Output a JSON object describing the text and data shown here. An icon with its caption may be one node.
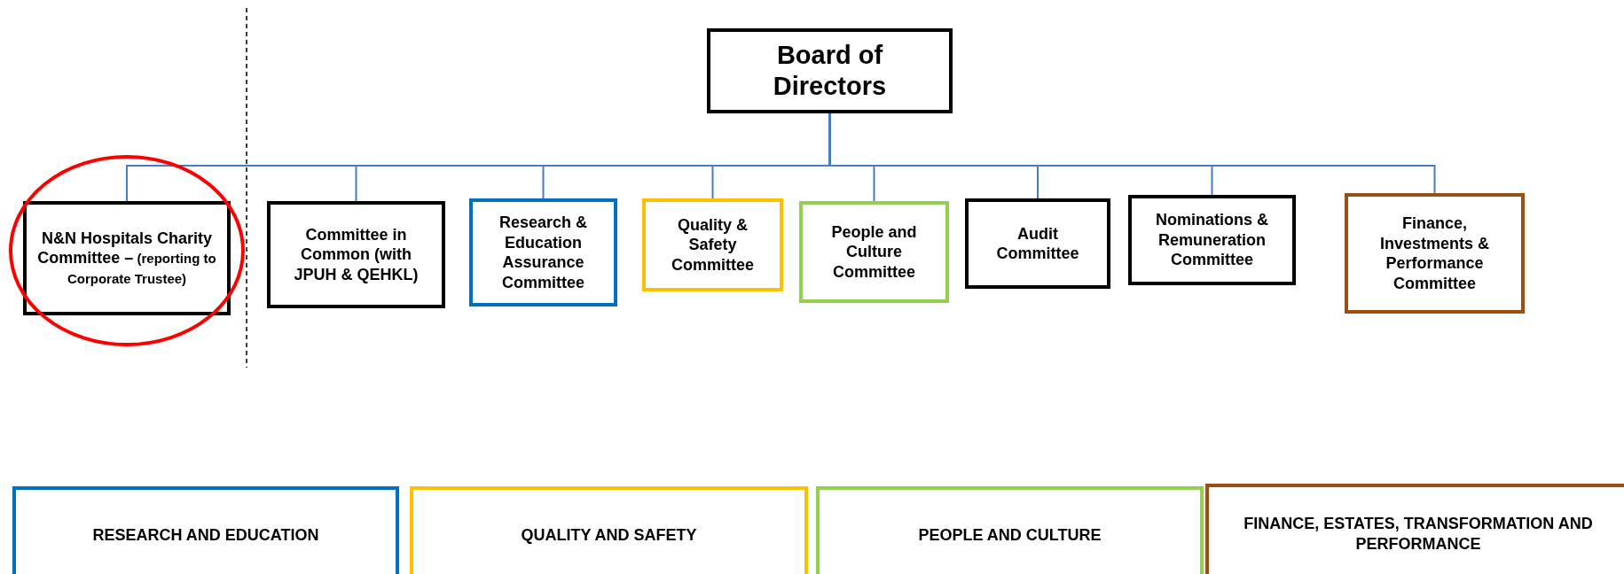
{
  "diagram": {
    "nodes": [
      {
        "text": [
          "Board of Directors"
        ]
      },
      {
        "text": [
          "N&N Hospitals Charity Committee –",
          "(reporting to Corporate Trustee)"
        ]
      },
      {
        "text": [
          "Committee in Common (with JPUH & QEHKL)"
        ]
      },
      {
        "text": [
          "Research & Education Assurance Committee"
        ]
      },
      {
        "text": [
          "Quality & Safety Committee"
        ]
      },
      {
        "text": [
          "People and Culture Committee"
        ]
      },
      {
        "text": [
          "Audit Committee"
        ]
      },
      {
        "text": [
          "Nominations & Remuneration Committee"
        ]
      },
      {
        "text": [
          "Finance, Investments & Performance Committee"
        ]
      },
      {
        "text": [
          "RESEARCH AND EDUCATION"
        ]
      },
      {
        "text": [
          "QUALITY AND SAFETY"
        ]
      },
      {
        "text": [
          "PEOPLE AND CULTURE"
        ]
      },
      {
        "text": [
          "FINANCE, ESTATES, TRANSFORMATION AND PERFORMANCE"
        ]
      }
    ],
    "edges": [
      {
        "from": 0,
        "to": 1,
        "arrow": "none"
      },
      {
        "from": 0,
        "to": 2,
        "arrow": "none"
      },
      {
        "from": 0,
        "to": 3,
        "arrow": "none"
      },
      {
        "from": 0,
        "to": 4,
        "arrow": "none"
      },
      {
        "from": 0,
        "to": 5,
        "arrow": "none"
      },
      {
        "from": 0,
        "to": 6,
        "arrow": "none"
      },
      {
        "from": 0,
        "to": 7,
        "arrow": "none"
      },
      {
        "from": 0,
        "to": 8,
        "arrow": "none"
      }
    ]
  }
}
